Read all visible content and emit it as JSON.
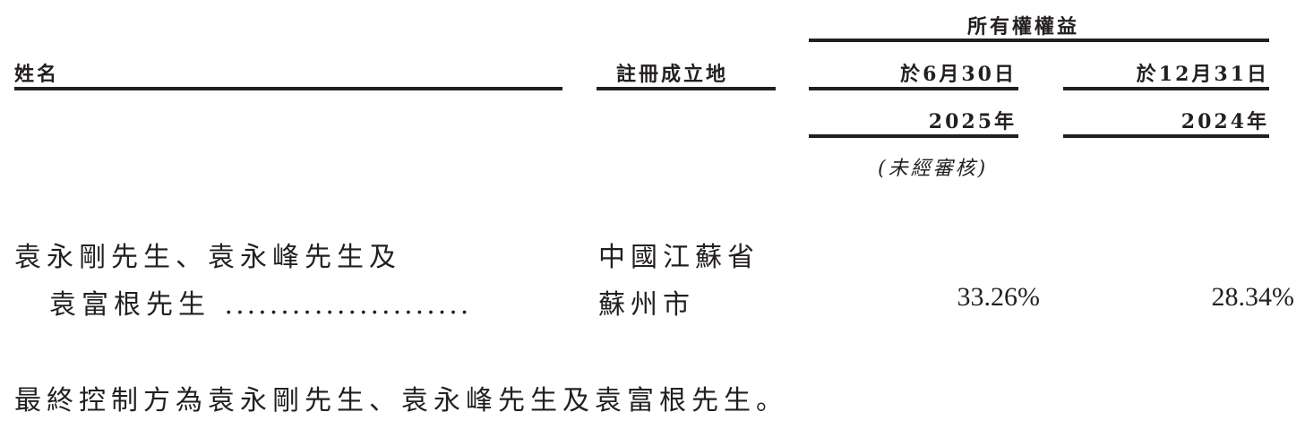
{
  "table": {
    "headers": {
      "name": "姓名",
      "place_of_registration": "註冊成立地",
      "ownership_interest_group": "所有權權益",
      "col1_date": "於6月30日",
      "col1_year": "2025年",
      "col1_note": "(未經審核)",
      "col2_date": "於12月31日",
      "col2_year": "2024年"
    },
    "rows": [
      {
        "name_line1": "袁永剛先生、袁永峰先生及",
        "name_line2": "袁富根先生",
        "leader_dots": "......................",
        "place_line1": "中國江蘇省",
        "place_line2": "蘇州市",
        "value_2025": "33.26%",
        "value_2024": "28.34%"
      }
    ]
  },
  "footnote": "最終控制方為袁永剛先生、袁永峰先生及袁富根先生。"
}
